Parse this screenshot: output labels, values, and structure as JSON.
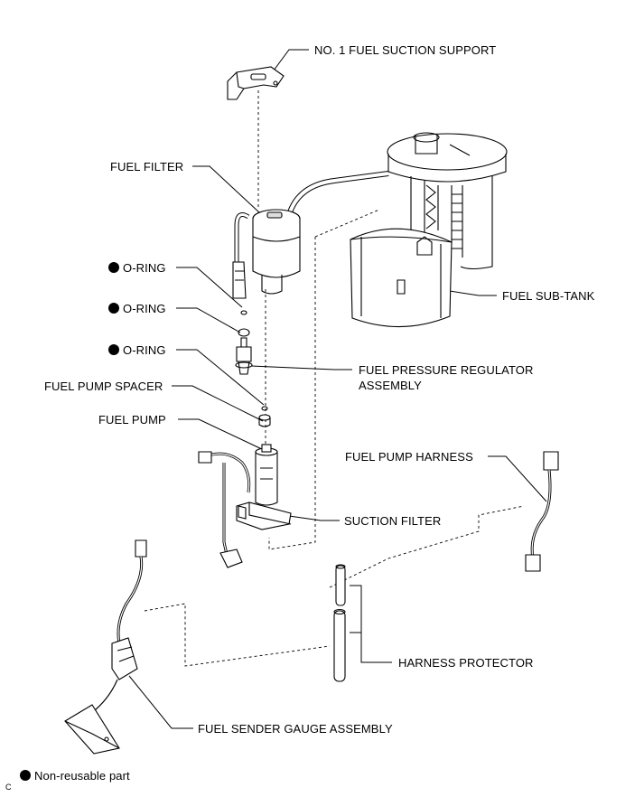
{
  "labels": {
    "suction_support": "NO. 1 FUEL SUCTION SUPPORT",
    "fuel_filter": "FUEL FILTER",
    "oring": "O-RING",
    "fuel_sub_tank": "FUEL SUB-TANK",
    "fuel_pressure_regulator_line1": "FUEL PRESSURE REGULATOR",
    "fuel_pressure_regulator_line2": "ASSEMBLY",
    "fuel_pump_spacer": "FUEL PUMP SPACER",
    "fuel_pump": "FUEL PUMP",
    "fuel_pump_harness": "FUEL PUMP HARNESS",
    "suction_filter": "SUCTION FILTER",
    "harness_protector": "HARNESS PROTECTOR",
    "fuel_sender_gauge": "FUEL SENDER GAUGE ASSEMBLY"
  },
  "legend": {
    "non_reusable": "Non-reusable part"
  },
  "corner_mark": "C",
  "colors": {
    "ink": "#000000",
    "paper": "#ffffff",
    "shade": "#d9d9d9"
  }
}
